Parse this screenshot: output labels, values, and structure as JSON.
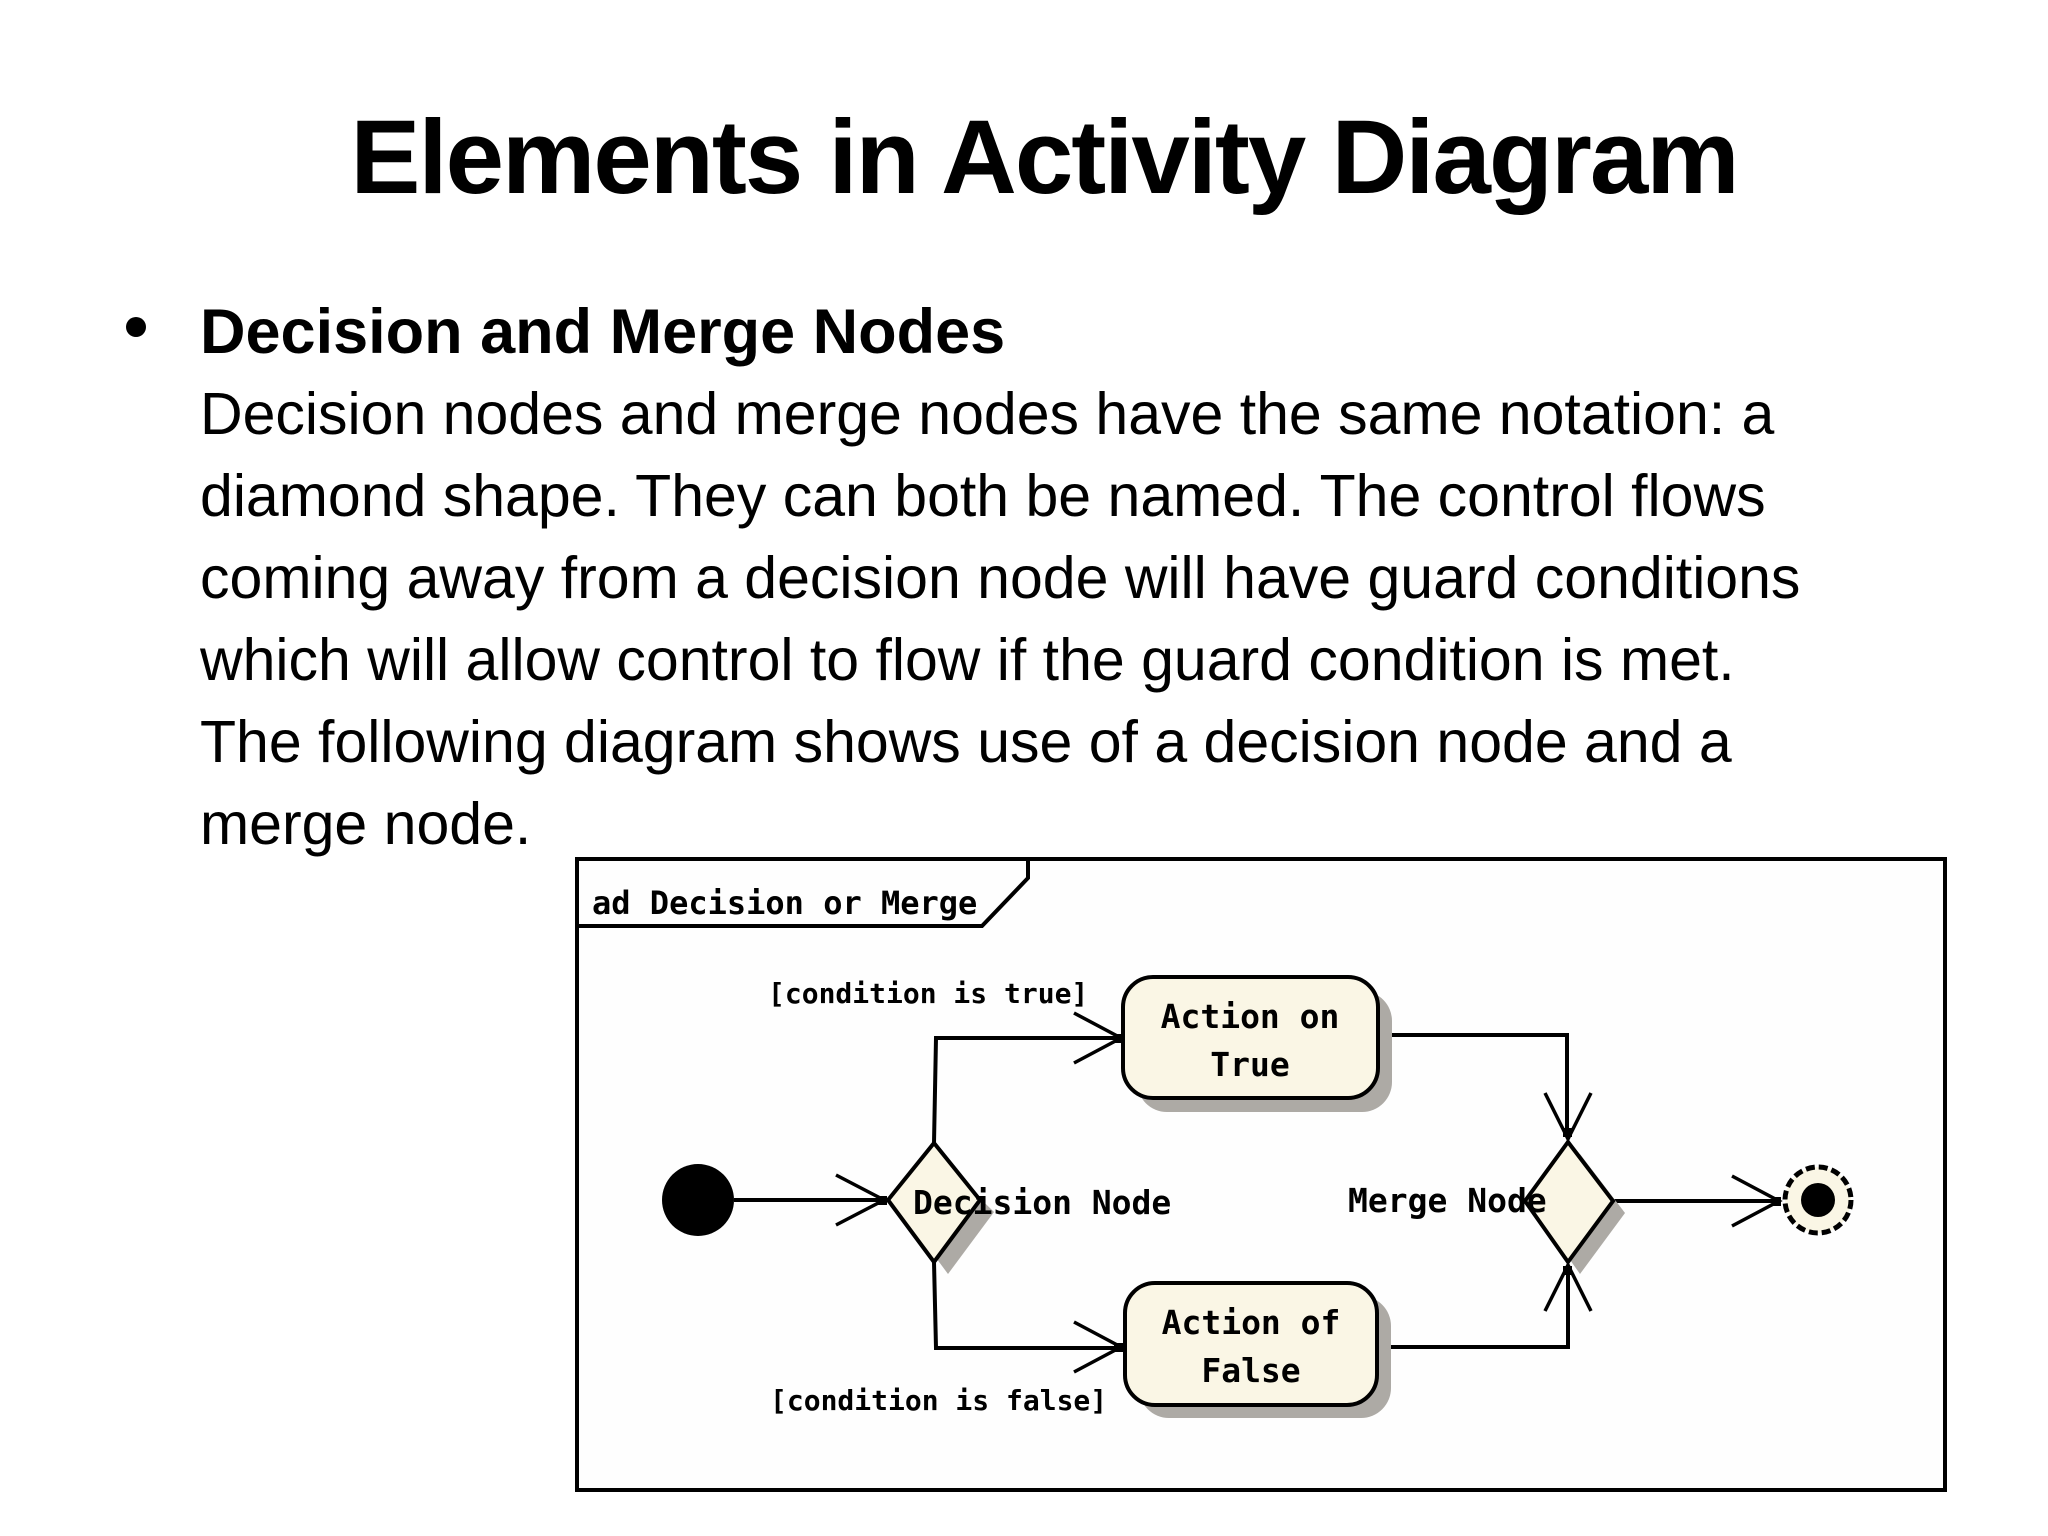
{
  "slide": {
    "title": "Elements in Activity Diagram",
    "bullet": {
      "heading": "Decision and Merge Nodes",
      "lines": [
        "Decision nodes and merge nodes have the same notation: a",
        "diamond shape. They can both be named. The control flows",
        "coming away from a decision node will have guard conditions",
        "which will allow control to flow if the guard condition is met.",
        "The following diagram shows use of a decision node and a",
        "merge node."
      ]
    }
  },
  "diagram": {
    "frame_label": "ad Decision or Merge",
    "guard_true_label": "[condition is true]",
    "guard_false_label": "[condition is false]",
    "decision_label": "Decision Node",
    "merge_label": "Merge Node",
    "action_true_line1": "Action on",
    "action_true_line2": "True",
    "action_false_line1": "Action of",
    "action_false_line2": "False",
    "colors": {
      "node_fill": "#FAF6E5",
      "node_shadow": "#ADAAA5",
      "line": "#000000",
      "background": "#FFFFFF"
    }
  }
}
